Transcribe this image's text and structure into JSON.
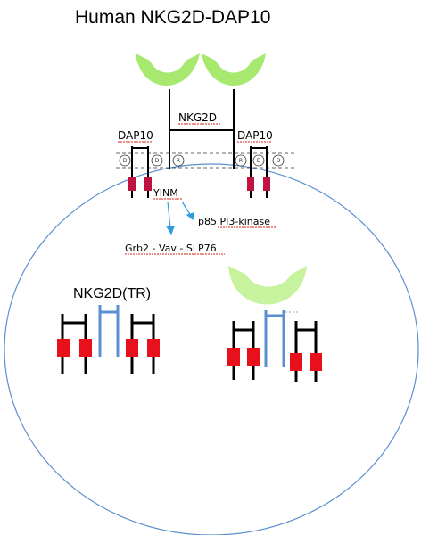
{
  "title": "Human NKG2D-DAP10",
  "labels": {
    "nkg2d": "NKG2D",
    "dap10_left": "DAP10",
    "dap10_right": "DAP10",
    "motif": "YINM",
    "pi3k": "p85 PI3-kinase",
    "grb2_pathway": "Grb2 - Vav - SLP76",
    "nkg2d_tr": "NKG2D(TR)"
  },
  "charge_labels": {
    "d": "D",
    "r": "R"
  },
  "colors": {
    "ligand_green": "#a7e86f",
    "ligand_light": "#c7f29e",
    "membrane_blue": "#5b8fcf",
    "arrow_blue": "#2f9be0",
    "red_box": "#e8101a",
    "dark_red_box": "#c01440",
    "underline_red": "#d9221a",
    "stroke": "#000000"
  }
}
